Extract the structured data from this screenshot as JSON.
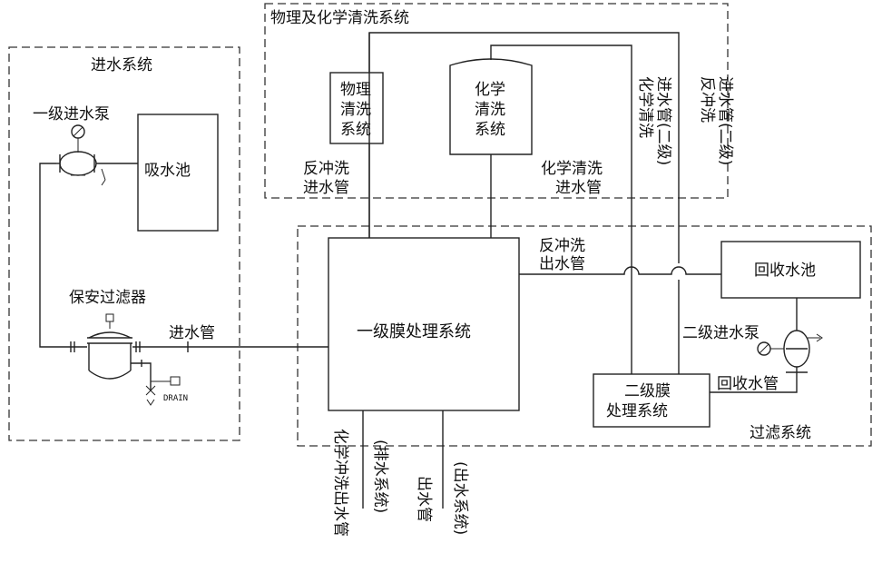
{
  "regions": {
    "water_inlet_system": "进水系统",
    "physical_chemical_cleaning_system": "物理及化学清洗系统",
    "filtration_system": "过滤系统"
  },
  "components": {
    "primary_inlet_pump": "一级进水泵",
    "suction_tank": "吸水池",
    "security_filter": "保安过滤器",
    "drain_label": "DRAIN",
    "physical_cleaning_system": [
      "物理",
      "清洗",
      "系统"
    ],
    "chemical_cleaning_system": [
      "化学",
      "清洗",
      "系统"
    ],
    "primary_membrane_system": "一级膜处理系统",
    "recovery_tank": "回收水池",
    "secondary_inlet_pump": "二级进水泵",
    "secondary_membrane_system": [
      "二级膜",
      "处理系统"
    ]
  },
  "pipes": {
    "inlet_pipe": "进水管",
    "backwash_inlet_pipe": [
      "反冲洗",
      "进水管"
    ],
    "chemical_cleaning_inlet_pipe": [
      "化学清洗",
      "进水管"
    ],
    "chemical_cleaning_inlet_pipe_secondary": [
      "化学清洗",
      "进水管(二级)"
    ],
    "backwash_inlet_pipe_secondary": [
      "反冲洗",
      "进水管(二级)"
    ],
    "backwash_outlet_pipe": [
      "反冲洗",
      "出水管"
    ],
    "recovery_pipe": "回收水管",
    "chemical_backwash_outlet_pipe": [
      "化学冲洗出水管",
      "(排水系统)"
    ],
    "outlet_pipe": [
      "出水管",
      "(出水系统)"
    ]
  }
}
